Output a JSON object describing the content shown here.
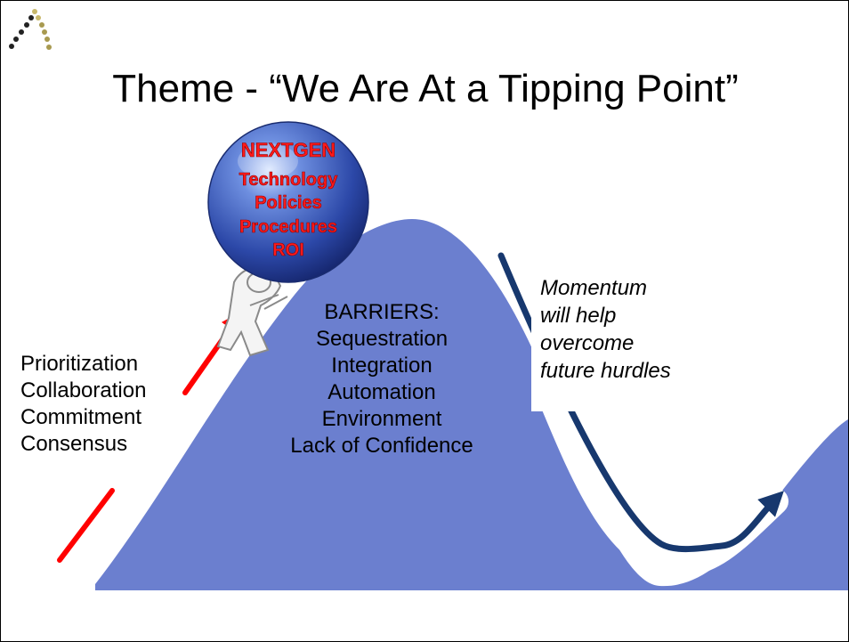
{
  "slide": {
    "title": "Theme - “We Are At a Tipping Point”",
    "left_factors": [
      "Prioritization",
      "Collaboration",
      "Commitment",
      "Consensus"
    ],
    "barriers_heading": "BARRIERS:",
    "barriers": [
      "Sequestration",
      "Integration",
      "Automation",
      "Environment",
      "Lack of Confidence"
    ],
    "momentum_lines": [
      "Momentum",
      "will help",
      "overcome",
      "future hurdles"
    ],
    "ball_lines": [
      "NEXTGEN",
      "Technology",
      "Policies",
      "Procedures",
      "ROI"
    ]
  },
  "colors": {
    "mountain": "#6b7fcf",
    "up_arrow": "#ff0000",
    "down_arrow": "#17386e",
    "ball": "#2f4fb5",
    "ball_text": "#ff1a1a"
  },
  "icons": {
    "logo": "dotted-triangle-logo",
    "figure": "pushing-person-icon",
    "ball": "globe-ball-icon"
  }
}
